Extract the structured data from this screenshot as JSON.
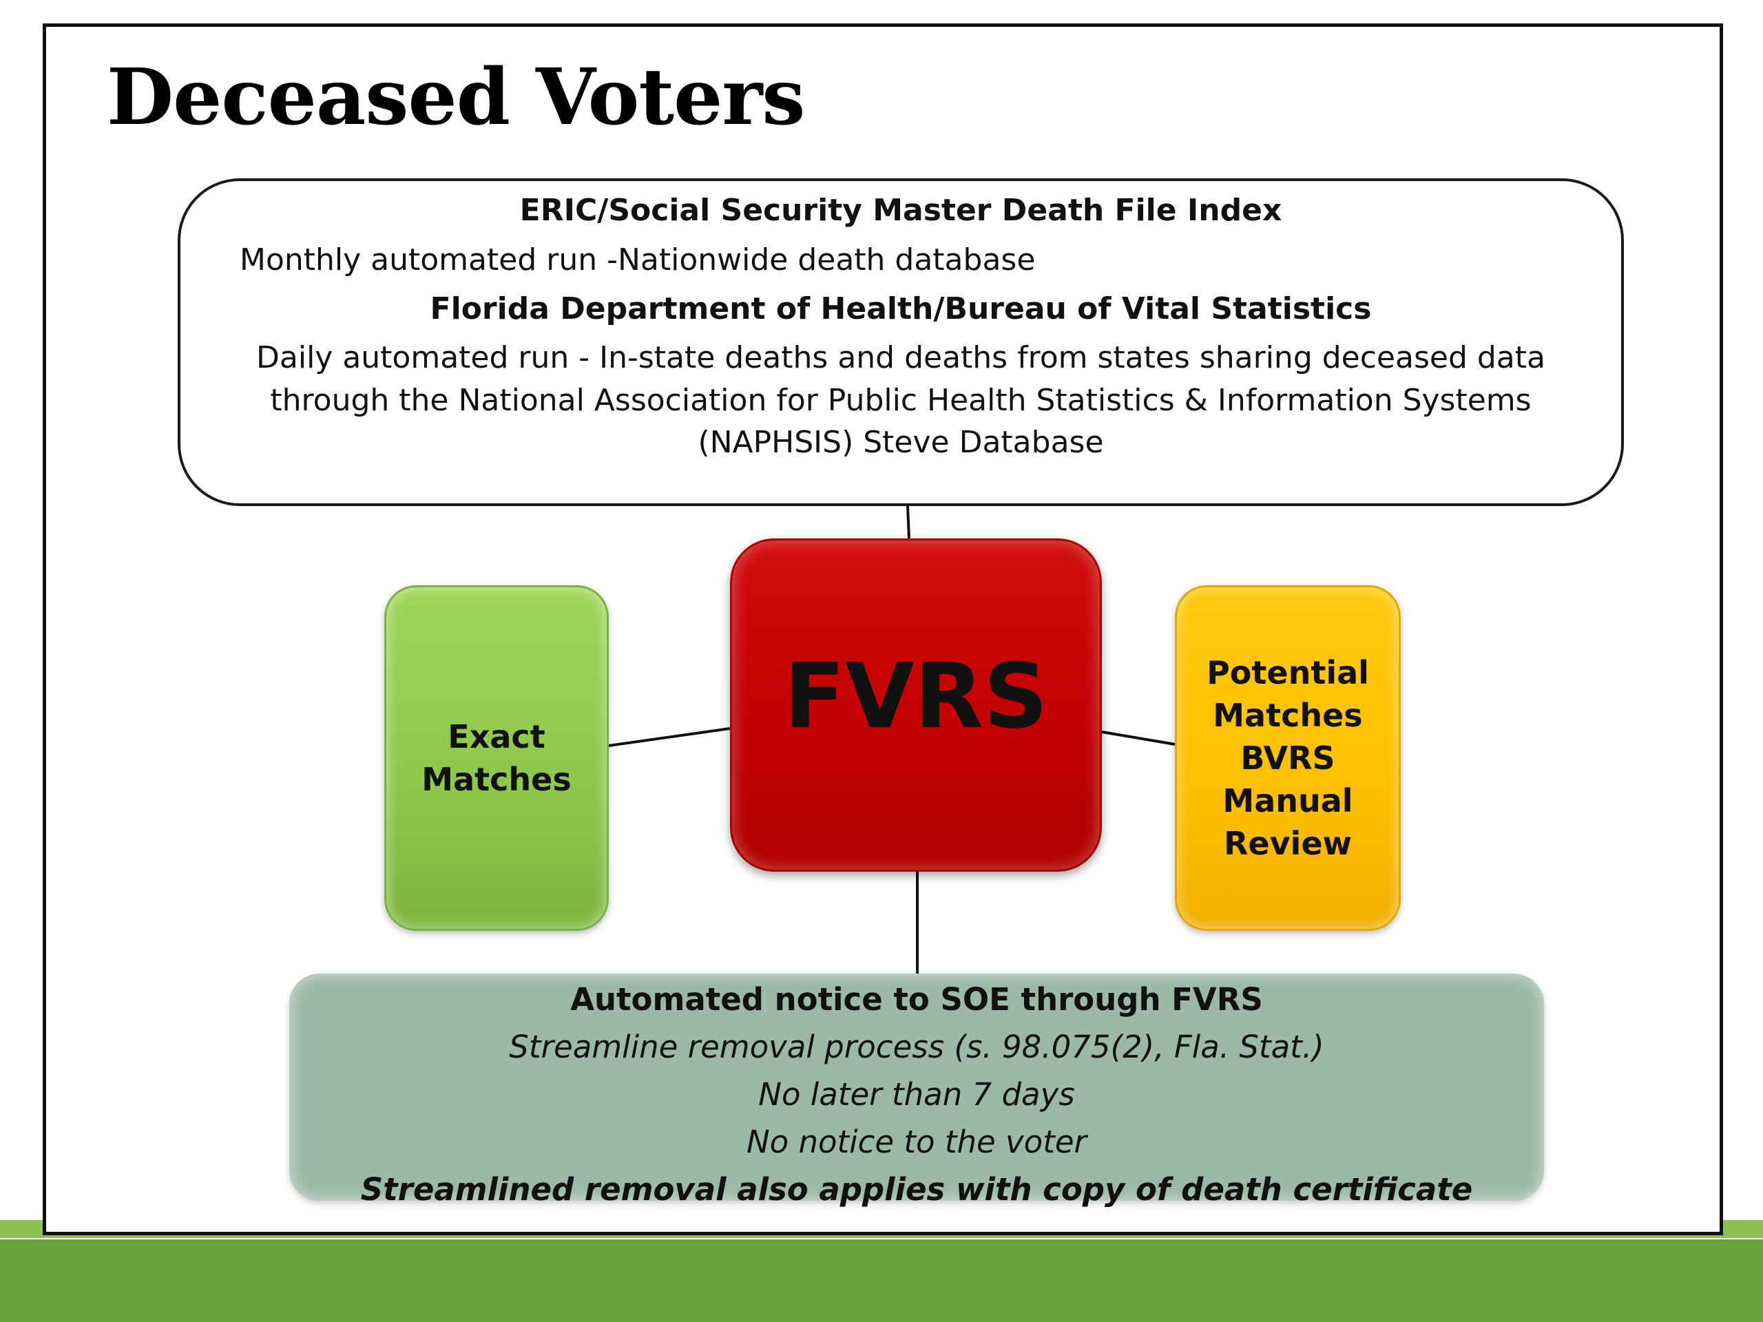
{
  "slide": {
    "title": "Deceased Voters"
  },
  "sources": {
    "eric_heading": "ERIC/Social Security Master Death File Index",
    "eric_text": "Monthly automated run -Nationwide death database",
    "fdoh_heading": "Florida Department of Health/Bureau of Vital Statistics",
    "fdoh_text_lines": [
      "Daily automated run - In-state deaths and deaths from states sharing deceased data",
      "through the National Association for Public Health Statistics & Information Systems",
      "(NAPHSIS) Steve Database"
    ]
  },
  "center": {
    "label": "FVRS",
    "color": "#c00000"
  },
  "left": {
    "lines": [
      "Exact",
      "Matches"
    ],
    "color": "#92d050"
  },
  "right": {
    "lines": [
      "Potential",
      "Matches",
      "BVRS",
      "Manual",
      "Review"
    ],
    "color": "#ffc000"
  },
  "outcome": {
    "heading": "Automated notice to SOE through FVRS",
    "lines": [
      "Streamline removal process (s. 98.075(2), Fla. Stat.)",
      "No later than 7 days",
      "No notice to the voter"
    ],
    "footer": "Streamlined removal also applies with copy of death certificate",
    "color": "#9cb9a7"
  },
  "theme": {
    "accent_green": "#66a23a"
  }
}
